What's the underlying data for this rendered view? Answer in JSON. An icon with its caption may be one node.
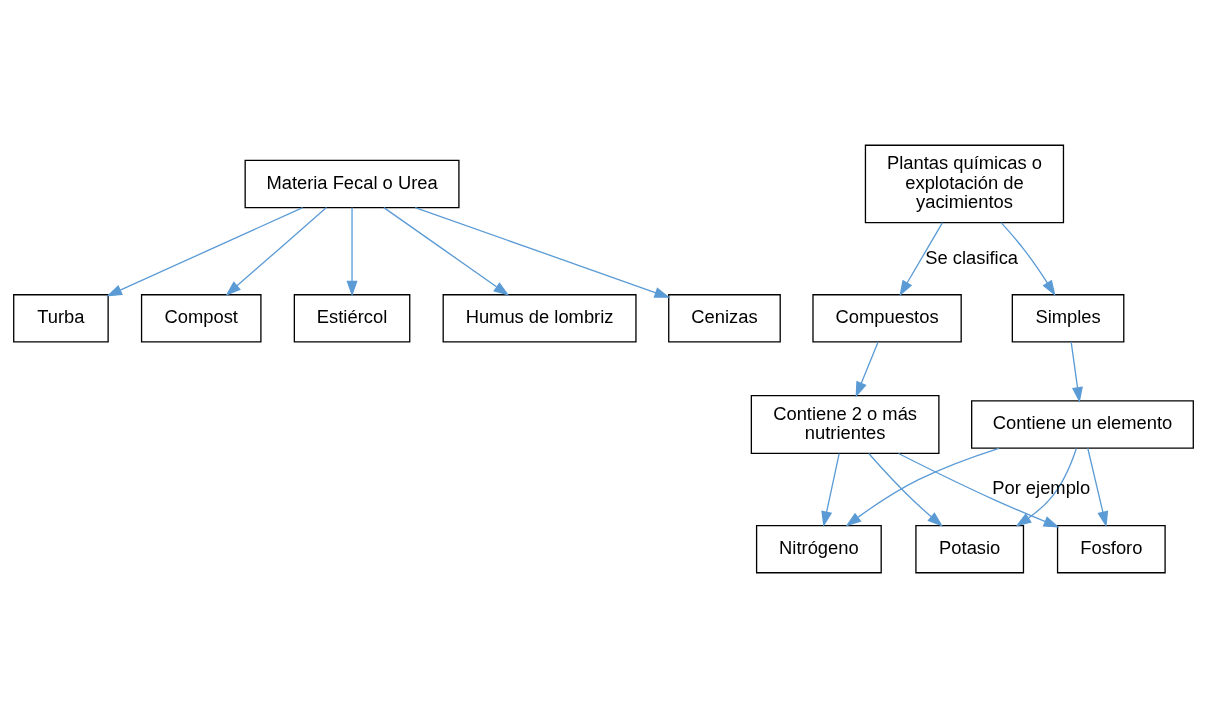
{
  "diagram": {
    "nodes": [
      {
        "text": [
          "Materia Fecal o Urea"
        ]
      },
      {
        "text": [
          "Turba"
        ]
      },
      {
        "text": [
          "Compost"
        ]
      },
      {
        "text": [
          "Estiércol"
        ]
      },
      {
        "text": [
          "Humus de lombriz"
        ]
      },
      {
        "text": [
          "Cenizas"
        ]
      },
      {
        "text": [
          "Plantas químicas o explotación de yacimientos"
        ]
      },
      {
        "text": [
          "Simples"
        ]
      },
      {
        "text": [
          "Compuestos"
        ]
      },
      {
        "text": [
          "Contiene un elemento"
        ]
      },
      {
        "text": [
          "Contiene 2 o más nutrientes"
        ]
      },
      {
        "text": [
          "Nitrógeno"
        ]
      },
      {
        "text": [
          "Fosforo"
        ]
      },
      {
        "text": [
          "Potasio"
        ]
      }
    ],
    "edges": [
      {
        "from": 0,
        "to": 1,
        "arrow": "to"
      },
      {
        "from": 0,
        "to": 2,
        "arrow": "to"
      },
      {
        "from": 0,
        "to": 3,
        "arrow": "to"
      },
      {
        "from": 0,
        "to": 4,
        "arrow": "to"
      },
      {
        "from": 0,
        "to": 5,
        "arrow": "to"
      },
      {
        "from": 6,
        "to": 7,
        "arrow": "to"
      },
      {
        "from": 6,
        "to": 8,
        "arrow": "to",
        "label": "Se clasifica"
      },
      {
        "from": 7,
        "to": 9,
        "arrow": "to"
      },
      {
        "from": 8,
        "to": 10,
        "arrow": "to"
      },
      {
        "from": 9,
        "to": 11,
        "arrow": "to"
      },
      {
        "from": 9,
        "to": 12,
        "arrow": "to"
      },
      {
        "from": 9,
        "to": 13,
        "arrow": "to"
      },
      {
        "from": 10,
        "to": 11,
        "arrow": "to"
      },
      {
        "from": 10,
        "to": 12,
        "arrow": "to",
        "label": "Por ejemplo"
      },
      {
        "from": 10,
        "to": 13,
        "arrow": "to"
      }
    ]
  }
}
